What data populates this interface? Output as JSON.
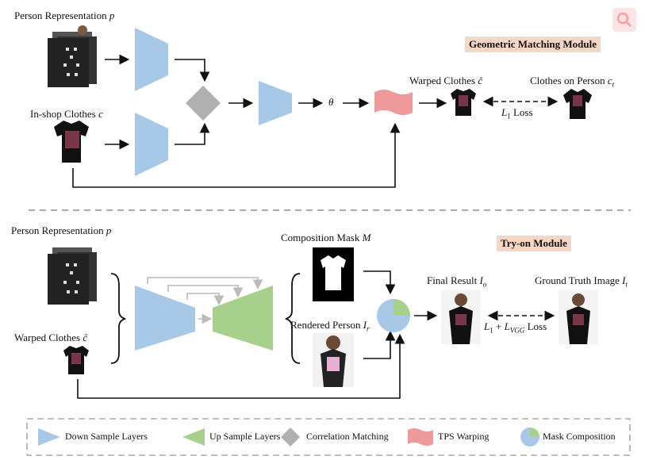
{
  "top": {
    "module_label": "Geometric Matching Module",
    "person_rep_label": "Person Representation ",
    "person_rep_var": "p",
    "inshop_label": "In-shop Clothes ",
    "inshop_var": "c",
    "theta": "θ",
    "warped_label": "Warped Clothes ",
    "warped_var": "ĉ",
    "on_person_label": "Clothes on Person ",
    "on_person_var": "c",
    "on_person_sub": "t",
    "loss_label": "L",
    "loss_sub": "1",
    "loss_word": " Loss"
  },
  "bottom": {
    "module_label": "Try-on Module",
    "person_rep_label": "Person Representation ",
    "person_rep_var": "p",
    "warped_label": "Warped Clothes ",
    "warped_var": "ĉ",
    "mask_label": "Composition Mask ",
    "mask_var": "M",
    "rendered_label": "Rendered Person ",
    "rendered_var": "I",
    "rendered_sub": "r",
    "final_label": "Final Result ",
    "final_var": "I",
    "final_sub": "o",
    "gt_label": "Ground Truth Image ",
    "gt_var": "I",
    "gt_sub": "t",
    "loss_a": "L",
    "loss_a_sub": "1",
    "loss_plus": " + ",
    "loss_b": "L",
    "loss_b_sub": "VGG",
    "loss_word": " Loss"
  },
  "legend": {
    "down": "Down Sample Layers",
    "up": "Up Sample Layers",
    "corr": "Correlation Matching",
    "tps": "TPS Warping",
    "mask": "Mask Composition"
  },
  "colors": {
    "down": "#a8c8e8",
    "up": "#a8d08d",
    "corr": "#b0b0b0",
    "tps": "#ee9a9a",
    "module_bg": "#f9d6c4"
  }
}
